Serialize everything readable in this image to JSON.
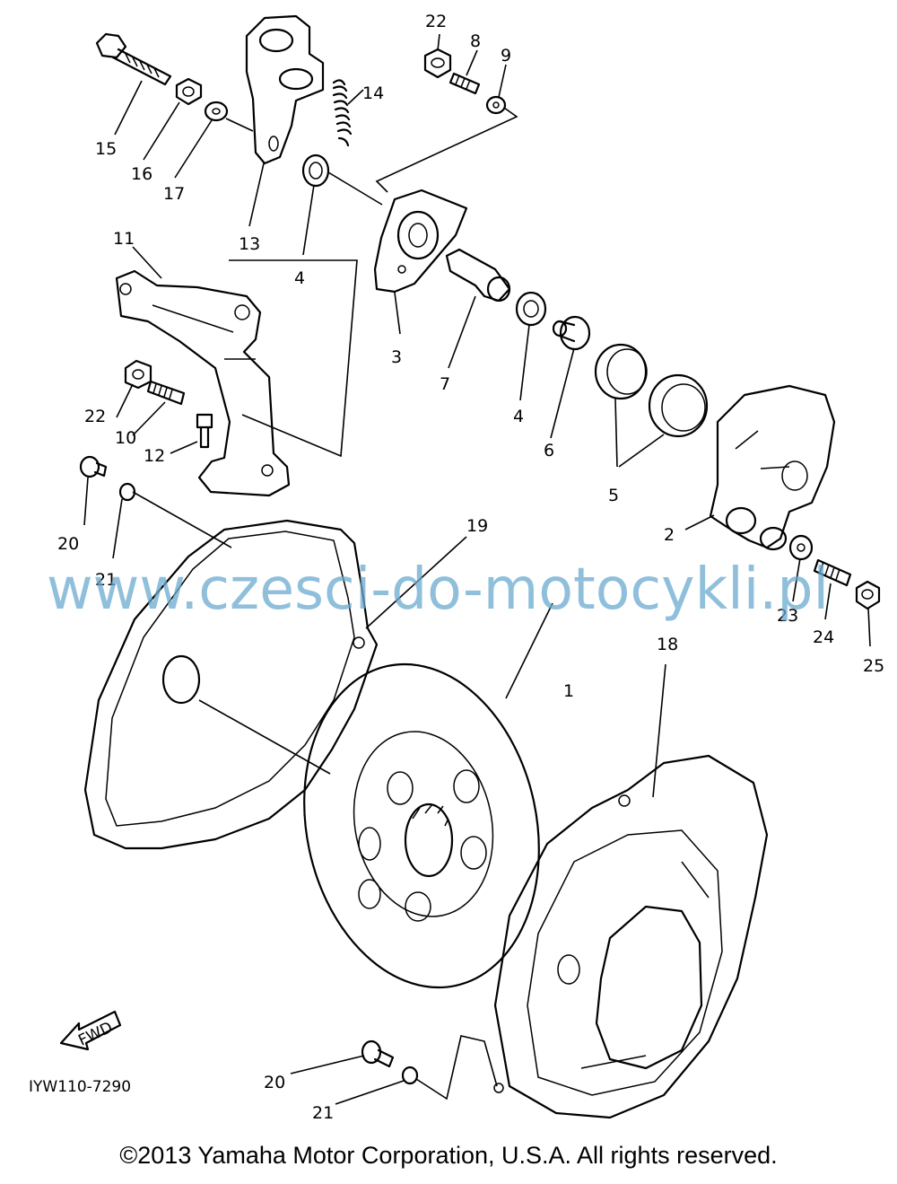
{
  "diagram": {
    "part_labels": [
      "1",
      "2",
      "3",
      "4",
      "4",
      "5",
      "6",
      "7",
      "8",
      "9",
      "10",
      "11",
      "12",
      "13",
      "14",
      "15",
      "16",
      "17",
      "18",
      "19",
      "20",
      "20",
      "21",
      "21",
      "22",
      "22",
      "23",
      "24",
      "25"
    ],
    "drawing_code": "IYW110-7290",
    "direction_marker": "FWD",
    "watermark": "www.czesci-do-motocykli.pl",
    "copyright": "©2013 Yamaha Motor Corporation, U.S.A. All rights reserved."
  },
  "colors": {
    "line": "#000000",
    "background": "#ffffff",
    "watermark": "#6aa9cf"
  }
}
